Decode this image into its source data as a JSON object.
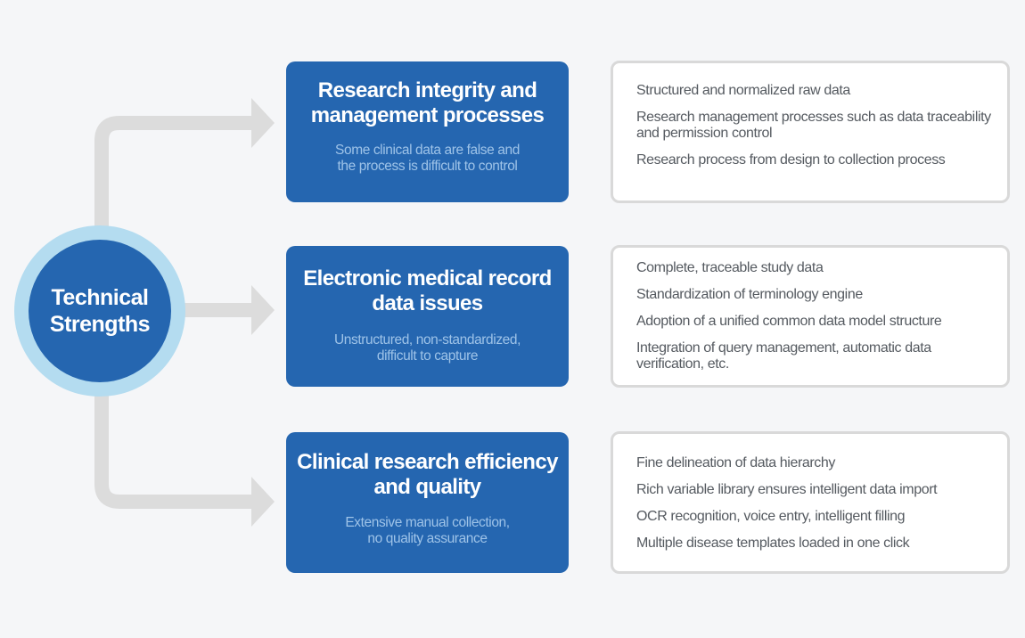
{
  "hub": {
    "label": "Technical\nStrengths"
  },
  "colors": {
    "hub_ring": "#b4dcf0",
    "primary_blue": "#2566b0",
    "subtitle_blue": "#9ec3e8",
    "connector_gray": "#dcdcdc",
    "panel_border": "#d9d9d9",
    "panel_text": "#555a60"
  },
  "rows": [
    {
      "title": "Research integrity and\nmanagement processes",
      "subtitle": "Some clinical data are false and\nthe process is difficult to control",
      "points": [
        "Structured and normalized raw data",
        "Research management processes such as data traceability\nand permission control",
        "Research process from design to collection process"
      ]
    },
    {
      "title": "Electronic medical record\ndata issues",
      "subtitle": "Unstructured, non-standardized,\ndifficult to capture",
      "points": [
        "Complete, traceable study data",
        "Standardization of terminology engine",
        "Adoption of a unified common data model structure",
        "Integration of query management, automatic data\nverification, etc."
      ]
    },
    {
      "title": "Clinical research efficiency\nand quality",
      "subtitle": "Extensive manual collection,\nno quality assurance",
      "points": [
        "Fine delineation of data hierarchy",
        "Rich variable library ensures intelligent data import",
        "OCR recognition, voice entry, intelligent filling",
        "Multiple disease templates loaded in one click"
      ]
    }
  ]
}
